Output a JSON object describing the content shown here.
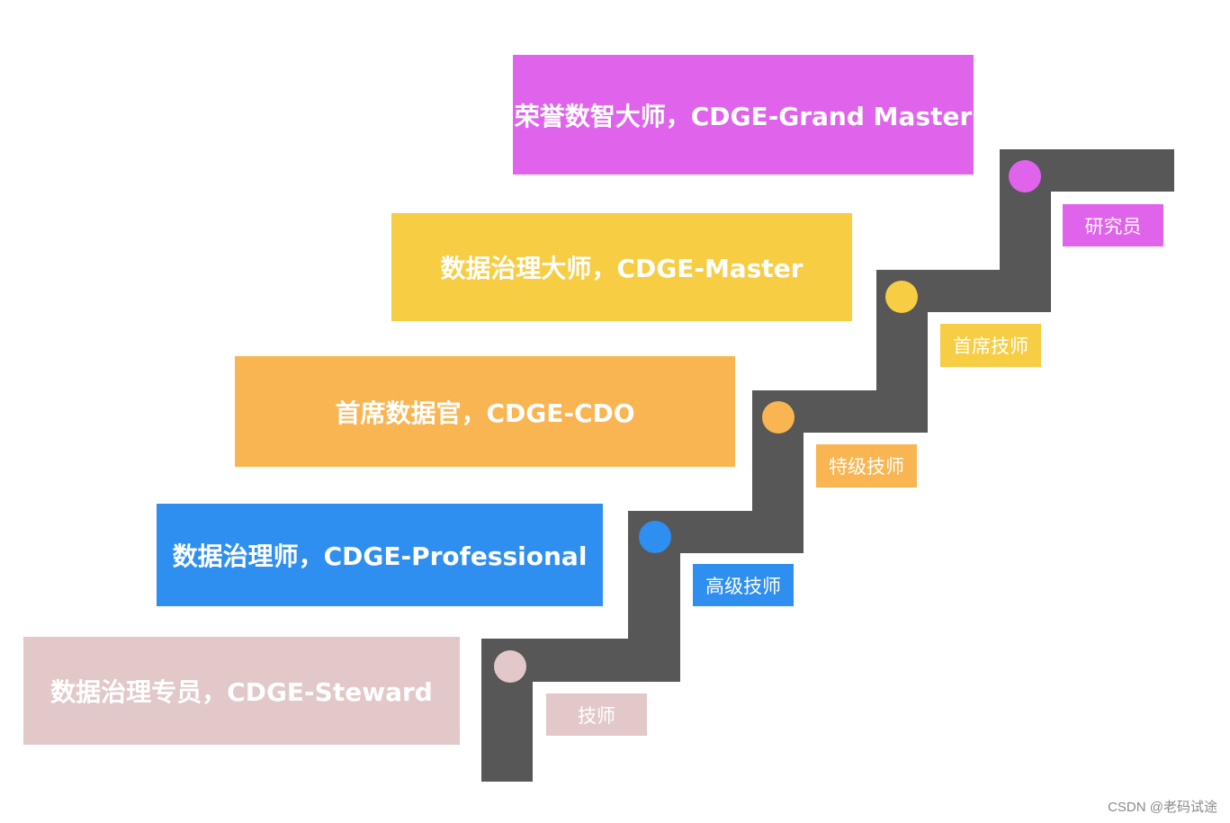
{
  "levels": [
    {
      "title": "数据治理专员，CDGE-Steward",
      "tag": "技师",
      "color": "#e2c8c8"
    },
    {
      "title": "数据治理师，CDGE-Professional",
      "tag": "高级技师",
      "color": "#2f8ff0"
    },
    {
      "title": "首席数据官，CDGE-CDO",
      "tag": "特级技师",
      "color": "#f8b552"
    },
    {
      "title": "数据治理大师，CDGE-Master",
      "tag": "首席技师",
      "color": "#f6cd43"
    },
    {
      "title": "荣誉数智大师，CDGE-Grand Master",
      "tag": "研究员",
      "color": "#e063eb"
    }
  ],
  "stair_color": "#575757",
  "watermark": "CSDN @老码试途"
}
